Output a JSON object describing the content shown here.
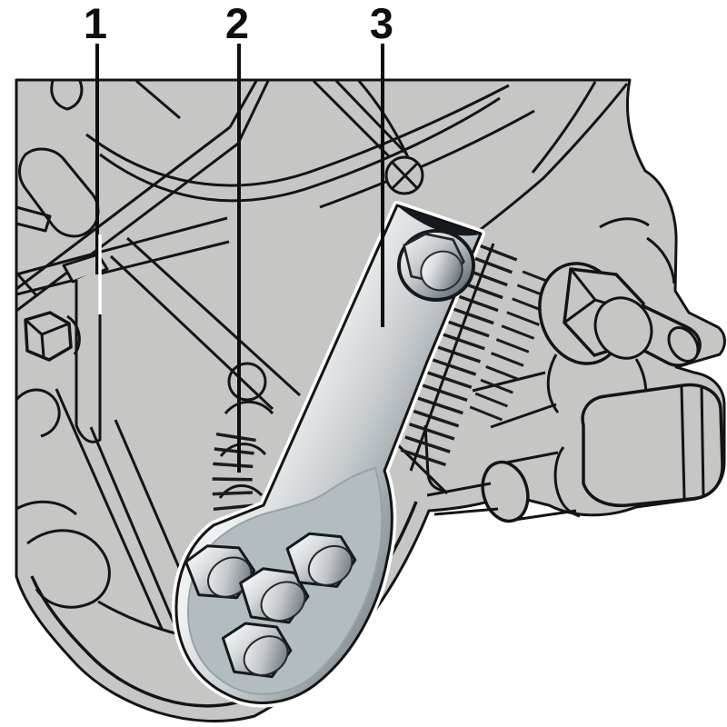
{
  "figure": {
    "type": "technical-line-illustration",
    "subject": "Engine timing belt area with retaining tool and bolts",
    "callouts": [
      {
        "label": "1"
      },
      {
        "label": "2"
      },
      {
        "label": "3"
      }
    ],
    "colors": {
      "background": "#ffffff",
      "drawing_fill": "#c6c7c5",
      "line": "#141414",
      "tool_highlight": "#ffffff",
      "tool_metal_light": "#eef1f2",
      "tool_metal_dark": "#8a9298",
      "tool_pocket": "#b3bdc0"
    }
  }
}
